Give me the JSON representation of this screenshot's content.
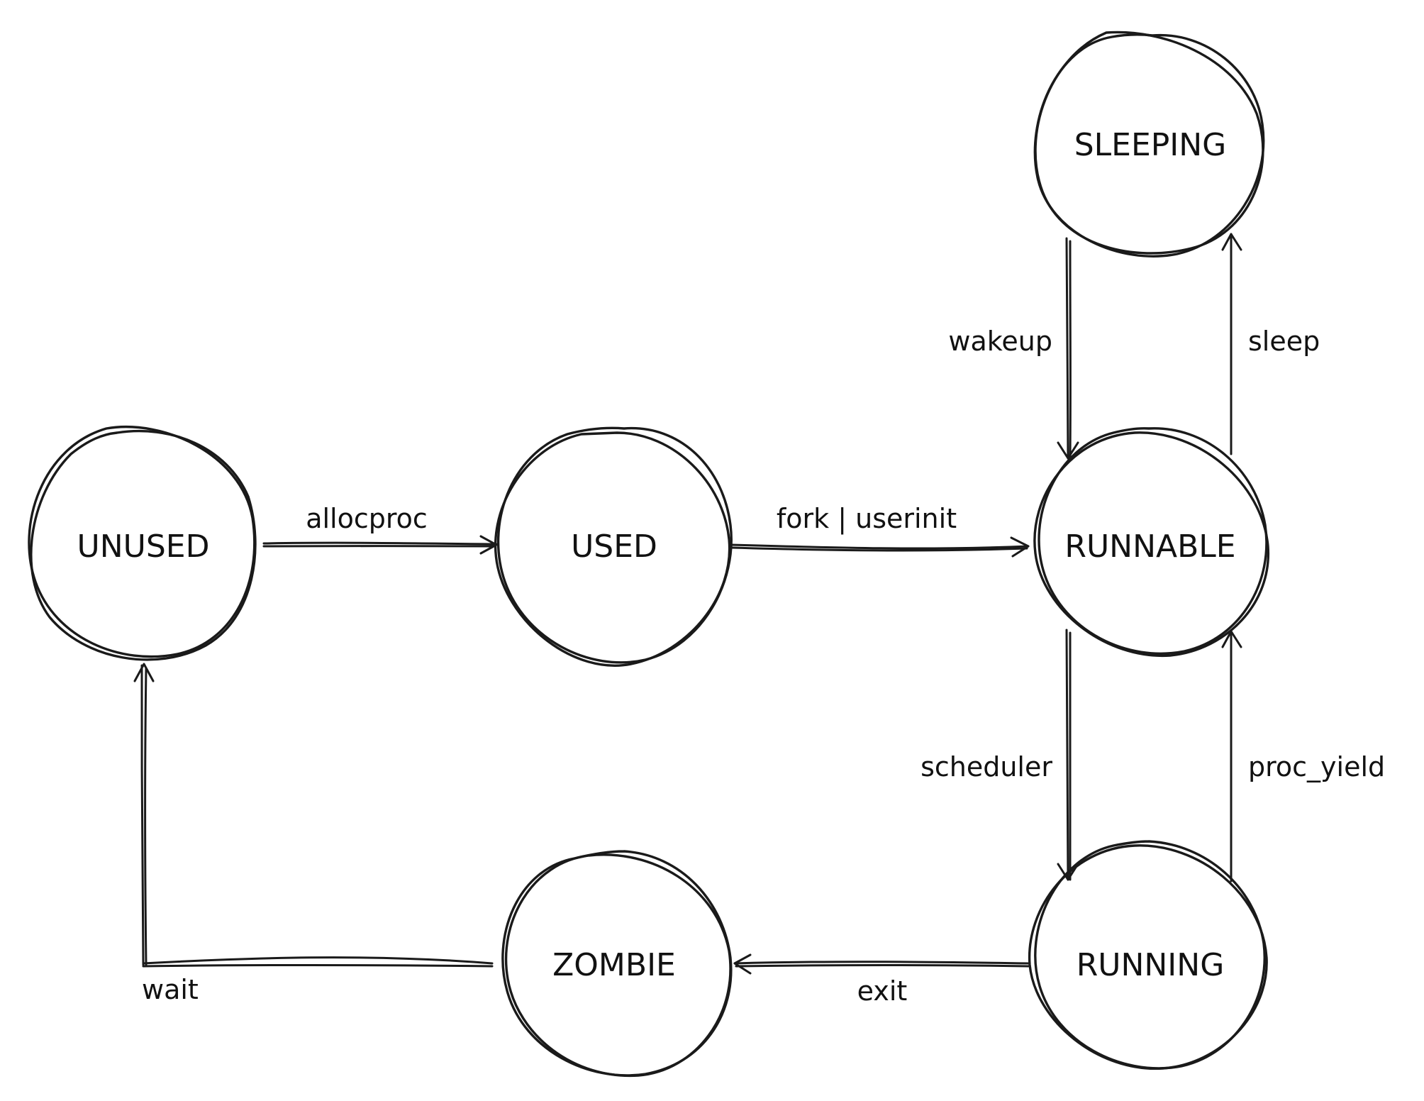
{
  "diagram": {
    "states": {
      "sleeping": "SLEEPING",
      "unused": "UNUSED",
      "used": "USED",
      "runnable": "RUNNABLE",
      "zombie": "ZOMBIE",
      "running": "RUNNING"
    },
    "transitions": {
      "allocproc": "allocproc",
      "fork_userinit": "fork | userinit",
      "wakeup": "wakeup",
      "sleep": "sleep",
      "scheduler": "scheduler",
      "proc_yield": "proc_yield",
      "exit": "exit",
      "wait": "wait"
    },
    "colors": {
      "stroke": "#1a1a1a",
      "text": "#111111",
      "background": "#ffffff"
    }
  }
}
